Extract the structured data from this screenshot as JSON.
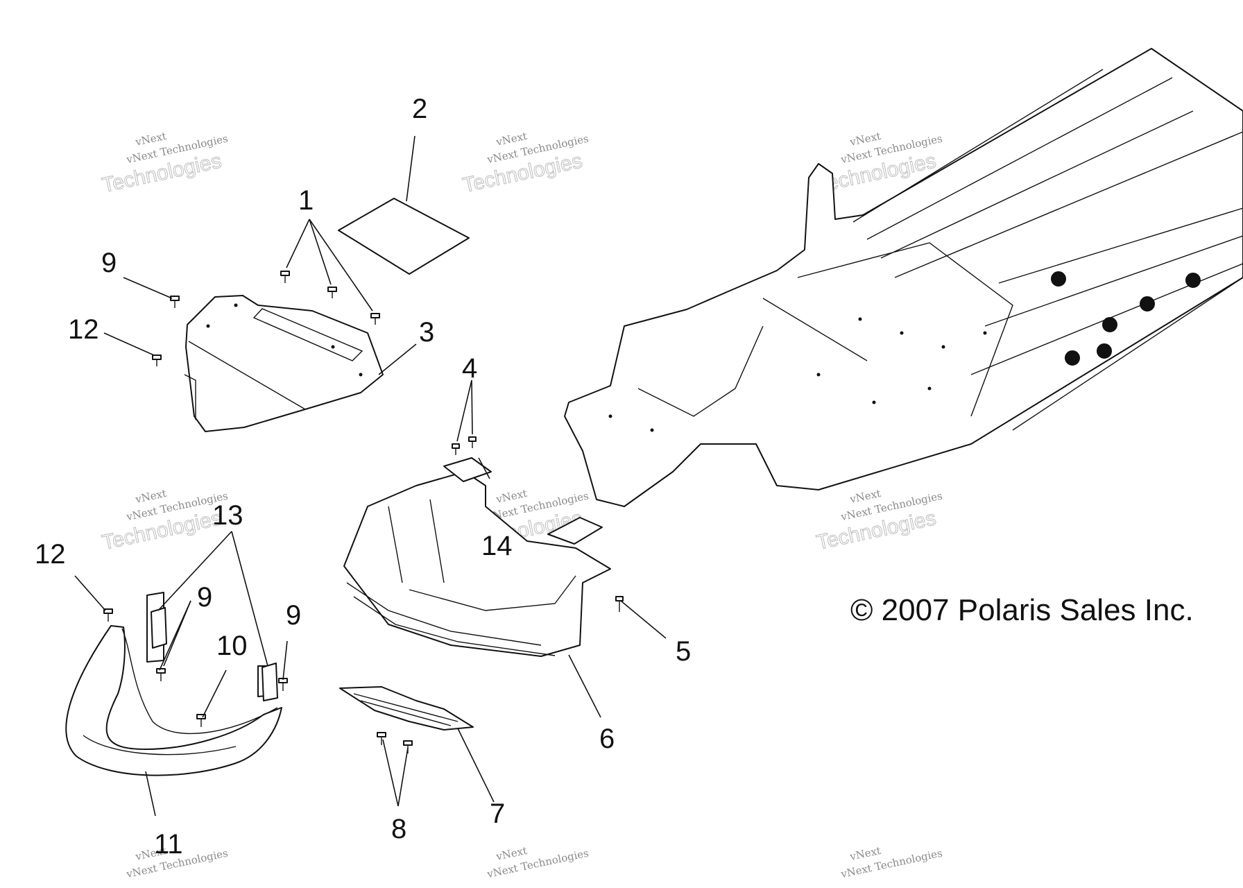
{
  "diagram": {
    "copyright": "© 2007 Polaris Sales Inc.",
    "watermark": {
      "line1": "vNext",
      "line2": "vNext Technologies",
      "line3": "Technologies"
    },
    "callouts": [
      {
        "id": "c1",
        "label": "1"
      },
      {
        "id": "c2",
        "label": "2"
      },
      {
        "id": "c3",
        "label": "3"
      },
      {
        "id": "c4",
        "label": "4"
      },
      {
        "id": "c5",
        "label": "5"
      },
      {
        "id": "c6",
        "label": "6"
      },
      {
        "id": "c7",
        "label": "7"
      },
      {
        "id": "c8",
        "label": "8"
      },
      {
        "id": "c9a",
        "label": "9"
      },
      {
        "id": "c9b",
        "label": "9"
      },
      {
        "id": "c9c",
        "label": "9"
      },
      {
        "id": "c10",
        "label": "10"
      },
      {
        "id": "c11",
        "label": "11"
      },
      {
        "id": "c12a",
        "label": "12"
      },
      {
        "id": "c12b",
        "label": "12"
      },
      {
        "id": "c13",
        "label": "13"
      },
      {
        "id": "c14",
        "label": "14"
      }
    ]
  }
}
